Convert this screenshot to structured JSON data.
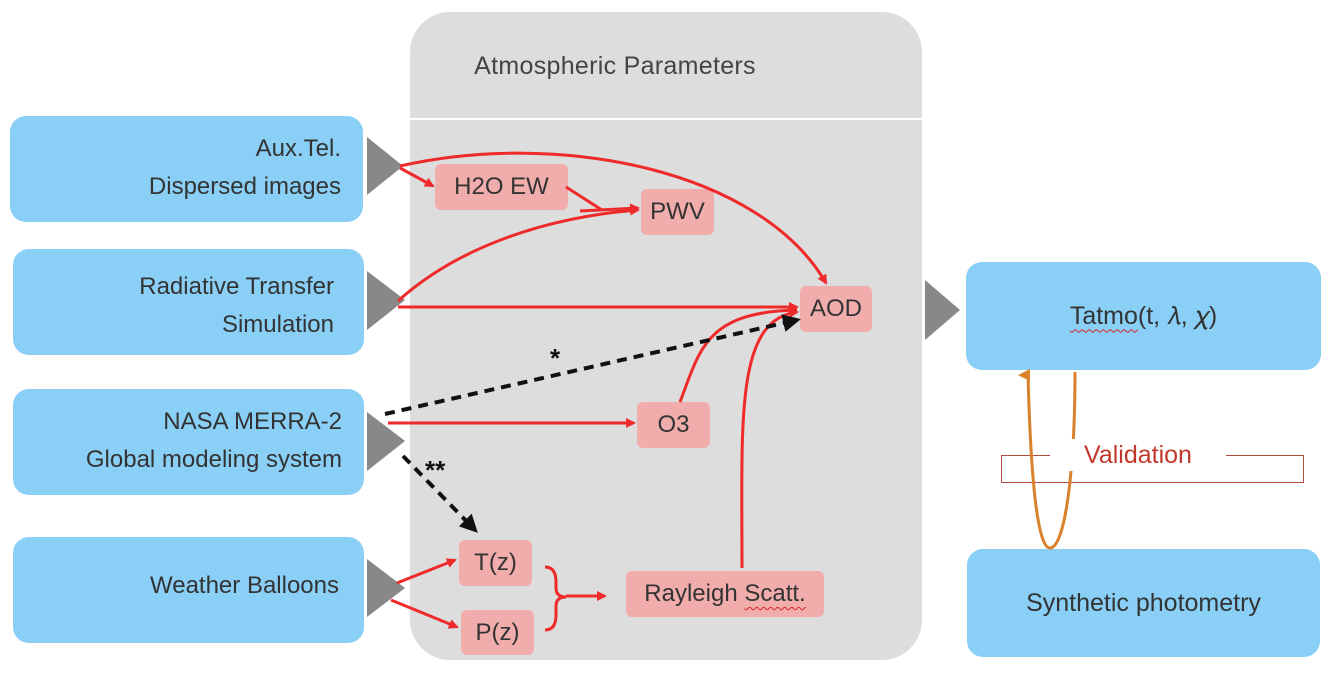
{
  "panel": {
    "title": "Atmospheric  Parameters"
  },
  "sources": {
    "auxtel": {
      "line1": "Aux.Tel.",
      "line2": "Dispersed images"
    },
    "radiative": {
      "line1": "Radiative Transfer",
      "line2": "Simulation"
    },
    "merra": {
      "line1": "NASA MERRA-2",
      "line2": "Global modeling system"
    },
    "balloons": {
      "line1": "Weather Balloons"
    }
  },
  "params": {
    "h2o": "H2O EW",
    "pwv": "PWV",
    "aod": "AOD",
    "o3": "O3",
    "tz": "T(z)",
    "pz": "P(z)",
    "rayleigh_word": "Rayleigh",
    "rayleigh_scatt": "Scatt."
  },
  "output": {
    "tatmo_word": "Tatmo",
    "tatmo_args": "(t, 𝜆, 𝜒)",
    "synthetic": "Synthetic photometry",
    "validation": "Validation"
  },
  "annotations": {
    "single_star": "*",
    "double_star": "**"
  },
  "colors": {
    "source_blue": "#89cff6",
    "param_pink": "#f1adac",
    "panel_gray": "#dddddd",
    "arrow_red": "#ee2a2a",
    "validation_orange": "#d9822b",
    "validation_text": "#c0392b"
  }
}
